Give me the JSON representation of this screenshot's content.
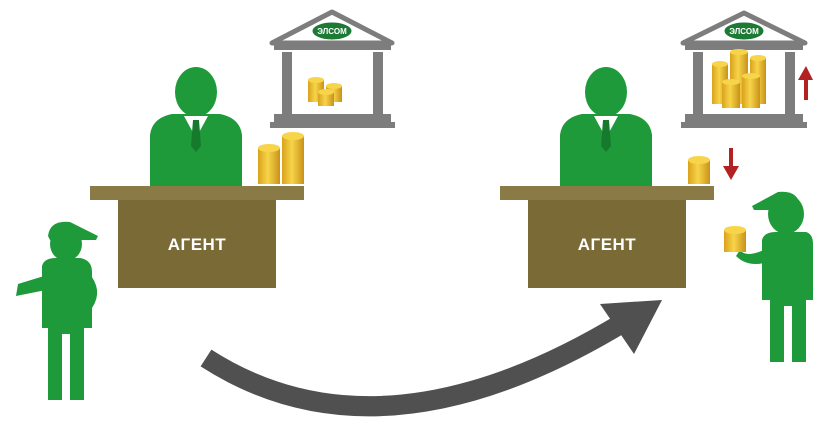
{
  "scenes": [
    {
      "desk_label": "АГЕНТ",
      "bank_logo": "ЭЛСОМ"
    },
    {
      "desk_label": "АГЕНТ",
      "bank_logo": "ЭЛСОМ"
    }
  ],
  "colors": {
    "figure_green": "#1f9a3a",
    "figure_green_dark": "#157a2c",
    "desk_top": "#8a7a45",
    "desk_body": "#7a6a35",
    "coin_gold": "#f0c230",
    "coin_gold_dark": "#c9961a",
    "bank_gray": "#8a8a8a",
    "arrow_gray": "#505050",
    "arrow_red": "#b22222"
  },
  "icons": {
    "agent": "person-suit-icon",
    "customer": "person-cap-icon",
    "bank": "bank-building-icon",
    "coins": "coin-stack-icon",
    "transfer_arrow": "curved-arrow-icon",
    "up_arrow": "red-up-arrow-icon",
    "down_arrow": "red-down-arrow-icon"
  }
}
